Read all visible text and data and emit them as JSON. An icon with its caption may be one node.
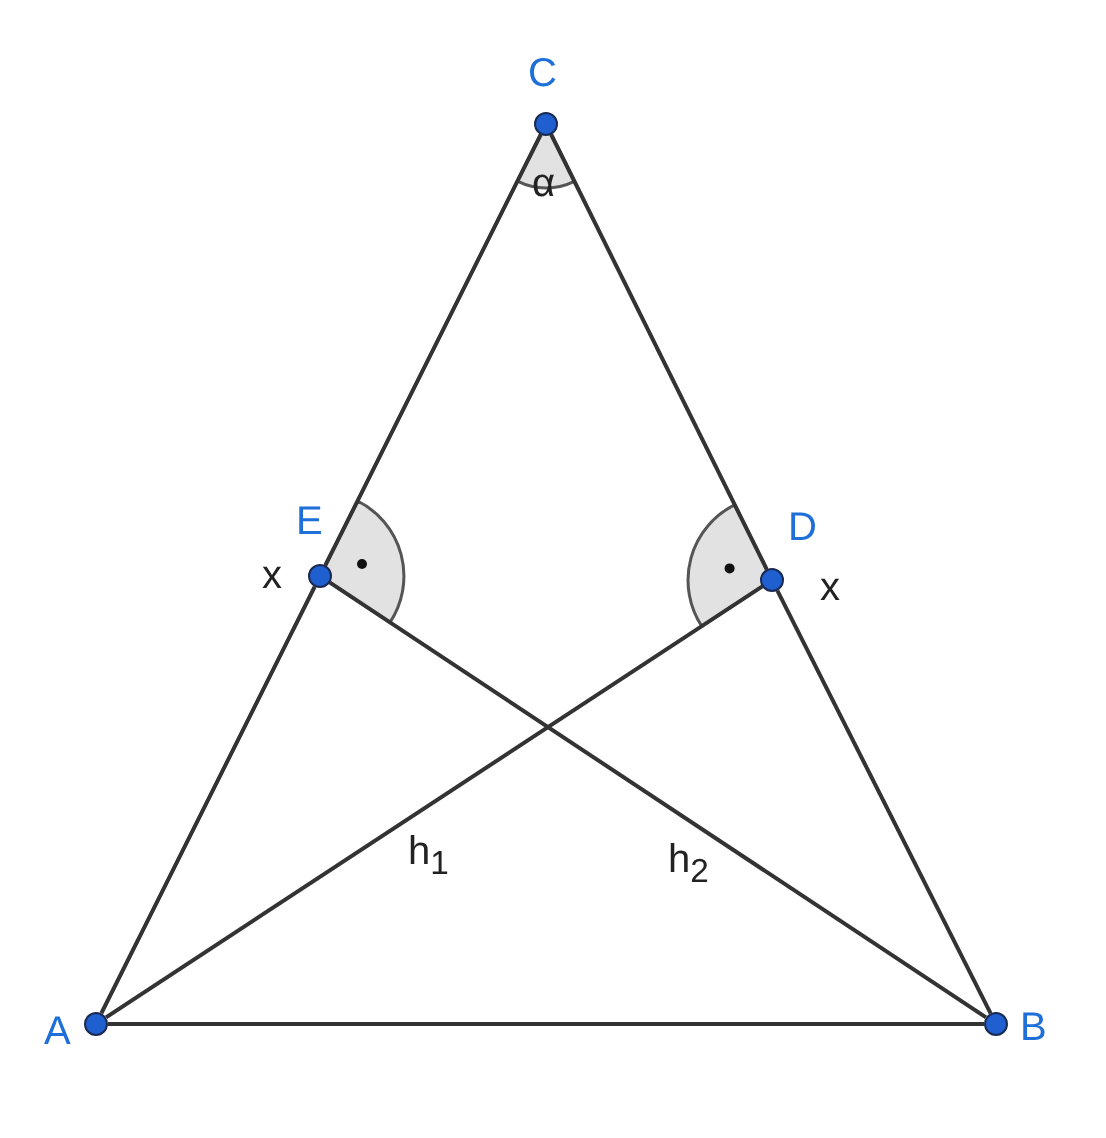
{
  "diagram": {
    "nodes": [
      {
        "text": [
          "C"
        ]
      },
      {
        "text": [
          "E"
        ]
      },
      {
        "text": [
          "D"
        ]
      },
      {
        "text": [
          "A"
        ]
      },
      {
        "text": [
          "B"
        ]
      }
    ],
    "edges": [
      {
        "from": 0,
        "to": 1,
        "arrow": "none"
      },
      {
        "from": 0,
        "to": 2,
        "arrow": "none"
      },
      {
        "from": 1,
        "to": 3,
        "arrow": "none"
      },
      {
        "from": 2,
        "to": 4,
        "arrow": "none"
      },
      {
        "from": 3,
        "to": 4,
        "arrow": "none"
      },
      {
        "from": 3,
        "to": 2,
        "arrow": "none",
        "label": "h$_{1}$"
      },
      {
        "from": 4,
        "to": 1,
        "arrow": "none",
        "label": "h$_{2}$"
      }
    ],
    "labels": [
      "α",
      "x",
      "x"
    ]
  }
}
